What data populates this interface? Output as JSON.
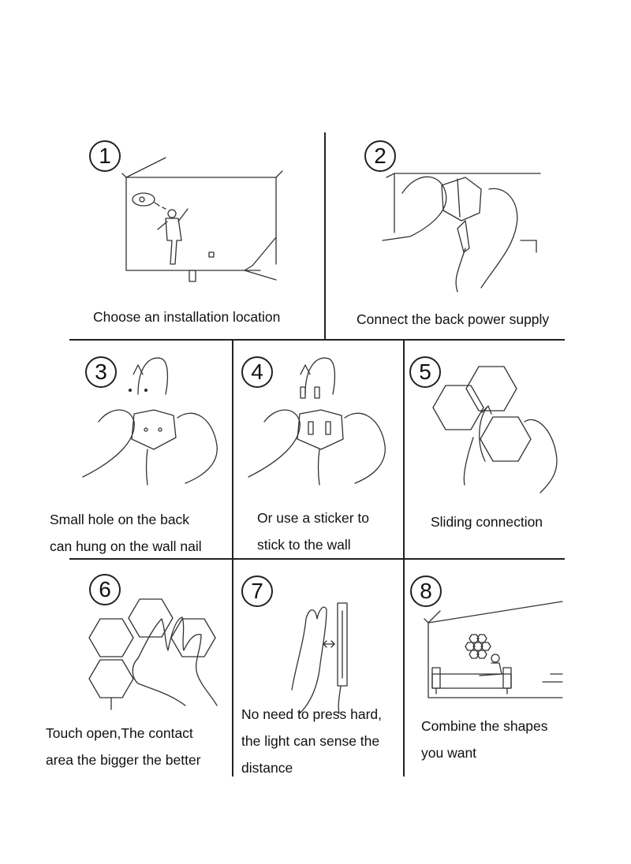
{
  "steps": [
    {
      "number": "1",
      "lines": [
        "Choose an installation location"
      ]
    },
    {
      "number": "2",
      "lines": [
        "Connect the back power supply"
      ]
    },
    {
      "number": "3",
      "lines": [
        "Small hole on the back",
        "can hung on the wall nail"
      ]
    },
    {
      "number": "4",
      "lines": [
        "Or use a sticker to",
        "stick to the wall"
      ]
    },
    {
      "number": "5",
      "lines": [
        "Sliding connection"
      ]
    },
    {
      "number": "6",
      "lines": [
        "Touch open,The contact",
        "area the bigger the better"
      ]
    },
    {
      "number": "7",
      "lines": [
        "No need to press hard,",
        "the light can sense the",
        "distance"
      ]
    },
    {
      "number": "8",
      "lines": [
        "Combine the shapes",
        "you want"
      ]
    }
  ]
}
